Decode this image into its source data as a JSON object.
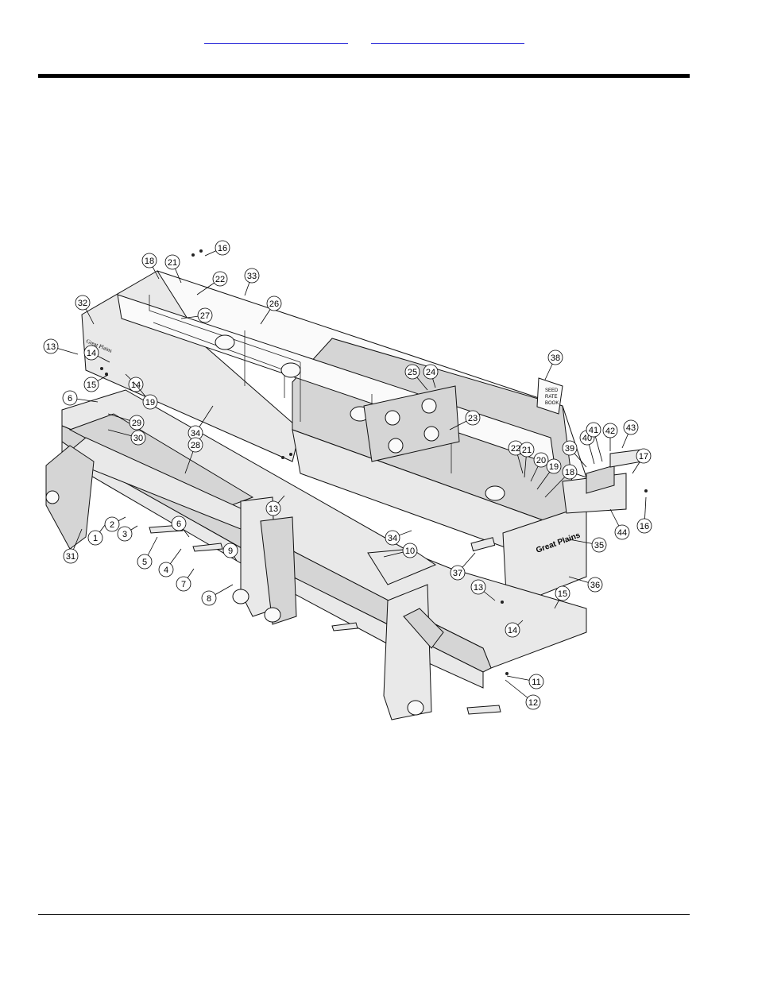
{
  "header": {
    "links": [
      {
        "id": "link-a",
        "label": ""
      },
      {
        "id": "link-b",
        "label": ""
      }
    ]
  },
  "diagram": {
    "decal_seed_rate_book": [
      "SEED",
      "RATE",
      "BOOK"
    ],
    "side_logo_text": "Great Plains",
    "end_logo_text": "Great Plains",
    "callouts": [
      {
        "n": "16"
      },
      {
        "n": "18"
      },
      {
        "n": "21"
      },
      {
        "n": "22"
      },
      {
        "n": "33"
      },
      {
        "n": "32"
      },
      {
        "n": "26"
      },
      {
        "n": "27"
      },
      {
        "n": "13"
      },
      {
        "n": "14"
      },
      {
        "n": "15"
      },
      {
        "n": "14"
      },
      {
        "n": "19"
      },
      {
        "n": "6"
      },
      {
        "n": "29"
      },
      {
        "n": "30"
      },
      {
        "n": "34"
      },
      {
        "n": "28"
      },
      {
        "n": "25"
      },
      {
        "n": "24"
      },
      {
        "n": "23"
      },
      {
        "n": "38"
      },
      {
        "n": "22"
      },
      {
        "n": "21"
      },
      {
        "n": "20"
      },
      {
        "n": "19"
      },
      {
        "n": "18"
      },
      {
        "n": "39"
      },
      {
        "n": "40"
      },
      {
        "n": "41"
      },
      {
        "n": "42"
      },
      {
        "n": "43"
      },
      {
        "n": "17"
      },
      {
        "n": "44"
      },
      {
        "n": "16"
      },
      {
        "n": "31"
      },
      {
        "n": "1"
      },
      {
        "n": "2"
      },
      {
        "n": "3"
      },
      {
        "n": "5"
      },
      {
        "n": "6"
      },
      {
        "n": "4"
      },
      {
        "n": "7"
      },
      {
        "n": "9"
      },
      {
        "n": "8"
      },
      {
        "n": "13"
      },
      {
        "n": "34"
      },
      {
        "n": "10"
      },
      {
        "n": "37"
      },
      {
        "n": "35"
      },
      {
        "n": "36"
      },
      {
        "n": "13"
      },
      {
        "n": "15"
      },
      {
        "n": "14"
      },
      {
        "n": "11"
      },
      {
        "n": "12"
      }
    ]
  }
}
